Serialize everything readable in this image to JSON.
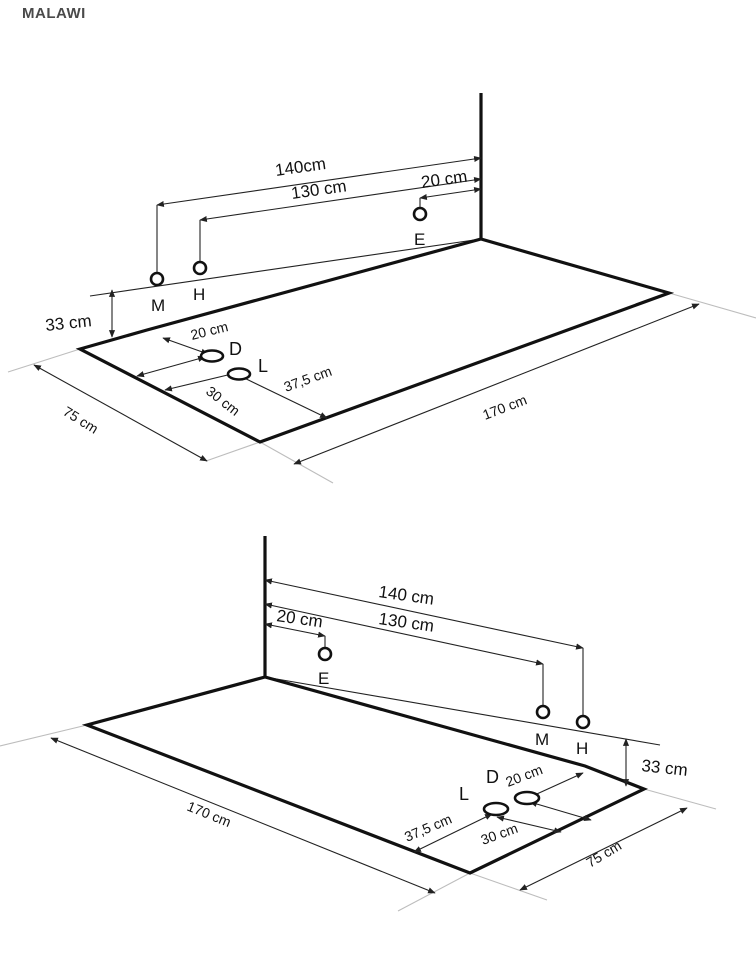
{
  "header": {
    "title": "MALAWI"
  },
  "diagram_top": {
    "dims": {
      "d140": "140cm",
      "d130": "130 cm",
      "d20_top": "20 cm",
      "d33": "33 cm",
      "d20_d": "20 cm",
      "d30": "30 cm",
      "d37": "37,5 cm",
      "d75": "75 cm",
      "d170": "170 cm"
    },
    "ports": {
      "m": "M",
      "h": "H",
      "e": "E",
      "d": "D",
      "l": "L"
    }
  },
  "diagram_bottom": {
    "dims": {
      "d140": "140 cm",
      "d130": "130 cm",
      "d20_top": "20 cm",
      "d33": "33 cm",
      "d20_d": "20 cm",
      "d30": "30 cm",
      "d37": "37,5 cm",
      "d75": "75 cm",
      "d170": "170 cm"
    },
    "ports": {
      "m": "M",
      "h": "H",
      "e": "E",
      "d": "D",
      "l": "L"
    }
  }
}
